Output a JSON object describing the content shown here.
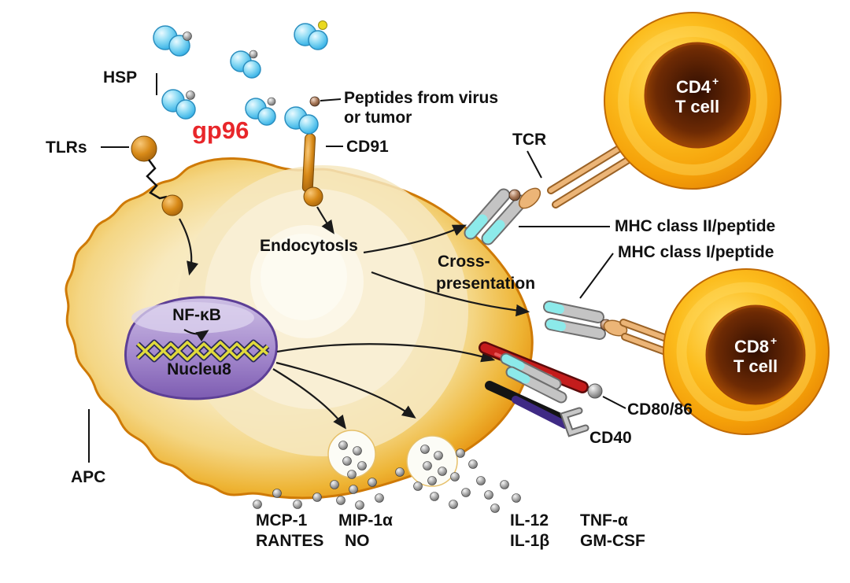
{
  "labels": {
    "hsp": "HSP",
    "gp96": "gp96",
    "tlrs": "TLRs",
    "cd91": "CD91",
    "peptides1": "Peptides from virus",
    "peptides2": "or tumor",
    "endocytosis": "EndocytosIs",
    "cross1": "Cross-",
    "cross2": "presentation",
    "tcr": "TCR",
    "mhc2": "MHC  class II/peptide",
    "mhc1": "MHC  class I/peptide",
    "nfkb": "NF-κB",
    "nucleus": "Nucleu8",
    "apc": "APC",
    "cd8086": "CD80/86",
    "cd40": "CD40"
  },
  "t_cells": {
    "cd4": {
      "name": "CD4",
      "sup": "+",
      "type": "T cell"
    },
    "cd8": {
      "name": "CD8",
      "sup": "+",
      "type": "T cell"
    }
  },
  "cytokines": {
    "mcp1": "MCP-1",
    "mip1a": "MIP-1α",
    "rantes": "RANTES",
    "no": "NO",
    "il12": "IL-12",
    "tnfa": "TNF-α",
    "il1b": "IL-1β",
    "gmcsf": "GM-CSF"
  },
  "colors": {
    "gp96_red": "#e8262a",
    "apc_orange": "#e79414",
    "tcell_orange": "#f5a008",
    "nucleus_purple": "#8d6fc0",
    "hsp_blue": "#5fc8ee",
    "cyan_tip": "#8ceaea",
    "cd80_red": "#c41c1c",
    "cd40_dark": "#141414",
    "cd40_purple": "#3f2a85"
  }
}
